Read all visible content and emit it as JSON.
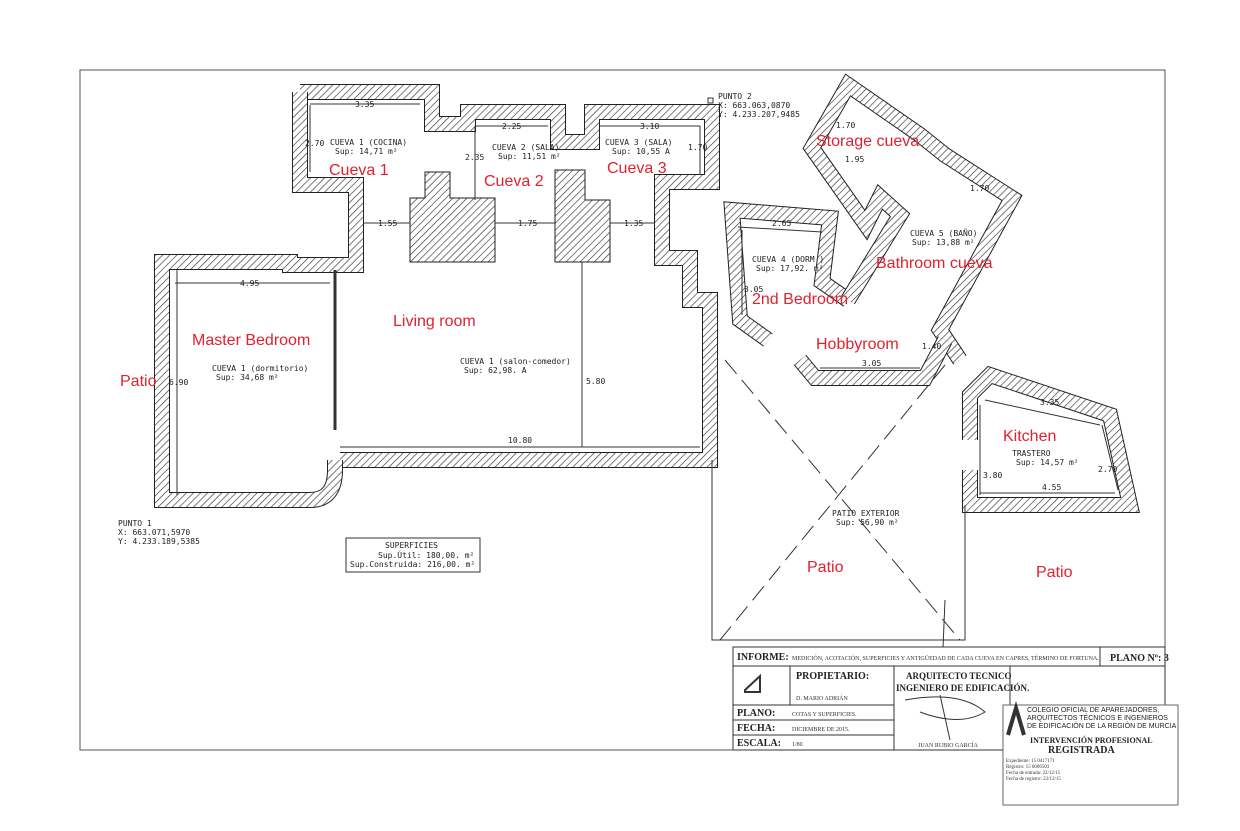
{
  "plan": {
    "room_labels": {
      "patio_left": "Patio",
      "master_bedroom": "Master Bedroom",
      "living_room": "Living room",
      "cueva1": "Cueva 1",
      "cueva2": "Cueva 2",
      "cueva3": "Cueva 3",
      "storage": "Storage cueva",
      "bathroom": "Bathroom cueva",
      "second_bedroom": "2nd Bedroom",
      "hobbyroom": "Hobbyroom",
      "kitchen": "Kitchen",
      "patio_center": "Patio",
      "patio_right": "Patio"
    },
    "rooms": [
      {
        "name": "CUEVA 1 (COCINA)",
        "area": "Sup: 14,71 m²"
      },
      {
        "name": "CUEVA 2 (SALA)",
        "area": "Sup: 11,51 m²"
      },
      {
        "name": "CUEVA 3 (SALA)",
        "area": "Sup: 10,55 A"
      },
      {
        "name": "CUEVA 1 (dormitorio)",
        "area": "Sup: 34,68 m²"
      },
      {
        "name": "CUEVA 1 (salon-comedor)",
        "area": "Sup: 62,98. A"
      },
      {
        "name": "CUEVA 4 (DORM.)",
        "area": "Sup: 17,92. m²"
      },
      {
        "name": "CUEVA 5 (BAÑO)",
        "area": "Sup: 13,88 m²"
      },
      {
        "name": "TRASTERO",
        "area": "Sup: 14,57 m²"
      },
      {
        "name": "PATIO EXTERIOR",
        "area": "Sup: 56,90 m²"
      }
    ],
    "dimensions": [
      "3.35",
      "2.25",
      "3.10",
      "2.70",
      "2.35",
      "1.70",
      "1.55",
      "1.75",
      "1.35",
      "4.95",
      "6.90",
      "5.80",
      "10.80",
      "2.65",
      "3.05",
      "1.70",
      "1.95",
      "1.70",
      "1.40",
      "3.05",
      "3.35",
      "3.80",
      "2.70",
      "4.55"
    ],
    "punto1": {
      "label": "PUNTO 1",
      "x": "X: 663.071,5970",
      "y": "Y: 4.233.189,5385"
    },
    "punto2": {
      "label": "PUNTO 2",
      "x": "X: 663.063,0870",
      "y": "Y: 4.233.207,9485"
    },
    "superficies": {
      "title": "SUPERFICIES",
      "util": "Sup.Útil: 180,00. m²",
      "construida": "Sup.Construida: 216,00. m²"
    }
  },
  "title_block": {
    "informe_label": "INFORME:",
    "informe_text": "MEDICIÓN, ACOTACIÓN, SUPERFICIES Y ANTIGÜEDAD DE CADA CUEVA EN CAPRES, TÉRMINO DE FORTUNA.",
    "plano_no": "PLANO Nº: 3",
    "propietario_label": "PROPIETARIO:",
    "propietario_value": "D. MARIO ADRIÁN",
    "arquitecto_line1": "ARQUITECTO TECNICO",
    "arquitecto_line2": "INGENIERO DE EDIFICACIÓN.",
    "arquitecto_name": "JUAN RUBIO GARCÍA",
    "plano_label": "PLANO:",
    "plano_value": "COTAS Y SUPERFICIES.",
    "fecha_label": "FECHA:",
    "fecha_value": "DICIEMBRE DE 2015.",
    "escala_label": "ESCALA:",
    "escala_value": "1/80"
  },
  "stamp": {
    "org": "COLEGIO OFICIAL DE APAREJADORES, ARQUITECTOS TÉCNICOS E INGENIEROS DE EDIFICACIÓN DE LA REGIÓN DE MURCIA",
    "title1": "INTERVENCIÓN PROFESIONAL",
    "title2": "REGISTRADA",
    "expediente": "Expediente: 15 0417171",
    "registro": "Registro: 15 0006503",
    "fecha_entrada": "Fecha de entrada: 22/12/15",
    "fecha_registro": "Fecha de registro: 22/12/15"
  }
}
